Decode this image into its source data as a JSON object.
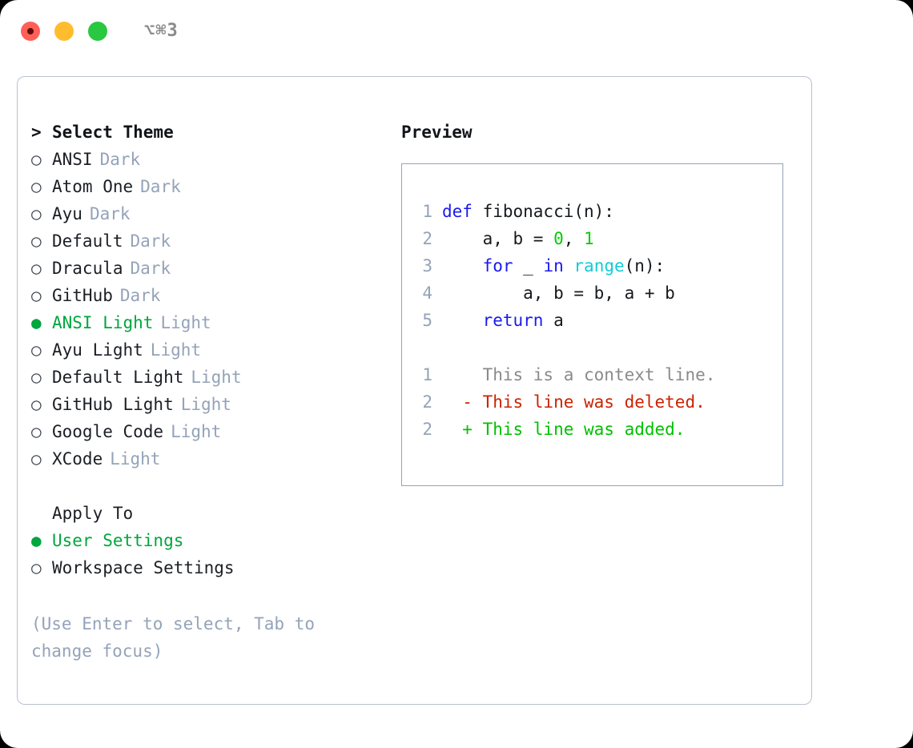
{
  "titlebar": {
    "shortcut": "⌥⌘3",
    "lights": [
      {
        "name": "close-button",
        "color": "#ff5f57"
      },
      {
        "name": "minimize-button",
        "color": "#ffbd2e"
      },
      {
        "name": "maximize-button",
        "color": "#28c840"
      }
    ]
  },
  "theme_picker": {
    "caret": ">",
    "heading": "Select Theme",
    "bullet_selected": "●",
    "bullet_unselected": "○",
    "items": [
      {
        "name": "ANSI",
        "variant": "Dark",
        "selected": false
      },
      {
        "name": "Atom One",
        "variant": "Dark",
        "selected": false
      },
      {
        "name": "Ayu",
        "variant": "Dark",
        "selected": false
      },
      {
        "name": "Default",
        "variant": "Dark",
        "selected": false
      },
      {
        "name": "Dracula",
        "variant": "Dark",
        "selected": false
      },
      {
        "name": "GitHub",
        "variant": "Dark",
        "selected": false
      },
      {
        "name": "ANSI Light",
        "variant": "Light",
        "selected": true
      },
      {
        "name": "Ayu Light",
        "variant": "Light",
        "selected": false
      },
      {
        "name": "Default Light",
        "variant": "Light",
        "selected": false
      },
      {
        "name": "GitHub Light",
        "variant": "Light",
        "selected": false
      },
      {
        "name": "Google Code",
        "variant": "Light",
        "selected": false
      },
      {
        "name": "XCode",
        "variant": "Light",
        "selected": false
      }
    ]
  },
  "apply_to": {
    "heading": "Apply To",
    "options": [
      {
        "label": "User Settings",
        "selected": true
      },
      {
        "label": "Workspace Settings",
        "selected": false
      }
    ]
  },
  "hint": "(Use Enter to select, Tab to change focus)",
  "preview": {
    "title": "Preview",
    "code_lines": [
      {
        "lineno": "1",
        "tokens": [
          {
            "text": "def ",
            "type": "kw"
          },
          {
            "text": "fibonacci(n):",
            "type": "txt"
          }
        ]
      },
      {
        "lineno": "2",
        "tokens": [
          {
            "text": "    a, b = ",
            "type": "txt"
          },
          {
            "text": "0",
            "type": "num"
          },
          {
            "text": ", ",
            "type": "txt"
          },
          {
            "text": "1",
            "type": "num"
          }
        ]
      },
      {
        "lineno": "3",
        "tokens": [
          {
            "text": "    ",
            "type": "txt"
          },
          {
            "text": "for",
            "type": "kw"
          },
          {
            "text": " _ ",
            "type": "txt"
          },
          {
            "text": "in",
            "type": "kw"
          },
          {
            "text": " ",
            "type": "txt"
          },
          {
            "text": "range",
            "type": "fn"
          },
          {
            "text": "(n):",
            "type": "txt"
          }
        ]
      },
      {
        "lineno": "4",
        "tokens": [
          {
            "text": "        a, b = b, a + b",
            "type": "txt"
          }
        ]
      },
      {
        "lineno": "5",
        "tokens": [
          {
            "text": "    ",
            "type": "txt"
          },
          {
            "text": "return",
            "type": "kw"
          },
          {
            "text": " a",
            "type": "txt"
          }
        ]
      }
    ],
    "diff_lines": [
      {
        "lineno": "1",
        "marker": " ",
        "text": "This is a context line.",
        "type": "ctx"
      },
      {
        "lineno": "2",
        "marker": "-",
        "text": "This line was deleted.",
        "type": "del"
      },
      {
        "lineno": "2",
        "marker": "+",
        "text": "This line was added.",
        "type": "add"
      }
    ]
  },
  "colors": {
    "accent_green": "#00a63e",
    "muted": "#94a3b8",
    "keyword_blue": "#1a1aee",
    "function_teal": "#11cdd6",
    "number_green": "#00cc00",
    "diff_deleted": "#cc2200",
    "diff_added": "#00c000",
    "border": "#b9c2cf"
  }
}
